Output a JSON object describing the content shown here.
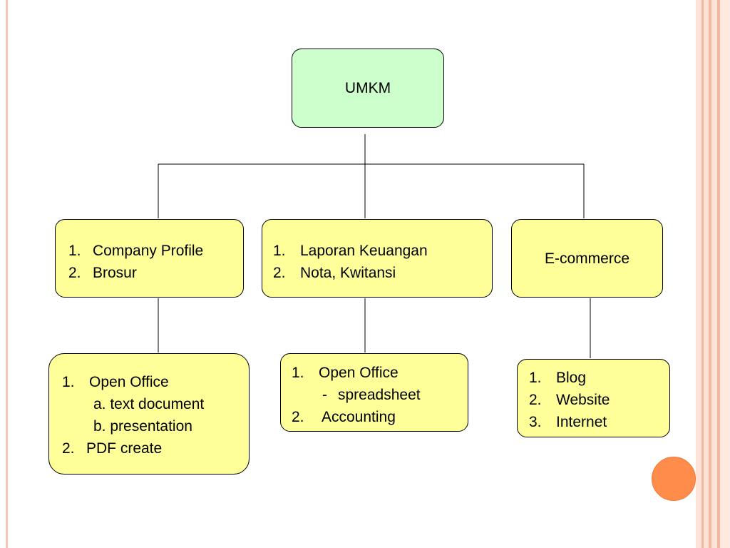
{
  "root": {
    "label": "UMKM"
  },
  "branch_left": {
    "top": {
      "items": [
        {
          "num": "1.",
          "text": "Company Profile"
        },
        {
          "num": "2.",
          "text": "Brosur"
        }
      ]
    },
    "bottom": {
      "lines": [
        {
          "num": "1.",
          "text": "Open Office"
        },
        {
          "num": "",
          "text": "a. text document"
        },
        {
          "num": "",
          "text": "b. presentation"
        },
        {
          "num": "2.",
          "text": "PDF create"
        }
      ]
    }
  },
  "branch_middle": {
    "top": {
      "items": [
        {
          "num": "1.",
          "text": "Laporan Keuangan"
        },
        {
          "num": "2.",
          "text": "Nota, Kwitansi"
        }
      ]
    },
    "bottom": {
      "lines": [
        {
          "num": "1.",
          "text": "Open Office"
        },
        {
          "num": "-",
          "text": "spreadsheet"
        },
        {
          "num": "2.",
          "text": "Accounting"
        }
      ]
    }
  },
  "branch_right": {
    "top": {
      "label": "E-commerce"
    },
    "bottom": {
      "items": [
        {
          "num": "1.",
          "text": "Blog"
        },
        {
          "num": "2.",
          "text": "Website"
        },
        {
          "num": "3.",
          "text": "Internet"
        }
      ]
    }
  },
  "colors": {
    "root_fill": "#ccffcc",
    "node_fill": "#ffff99",
    "accent_dot": "#ff8c4a",
    "border_stripes": "#f3b9a0"
  }
}
